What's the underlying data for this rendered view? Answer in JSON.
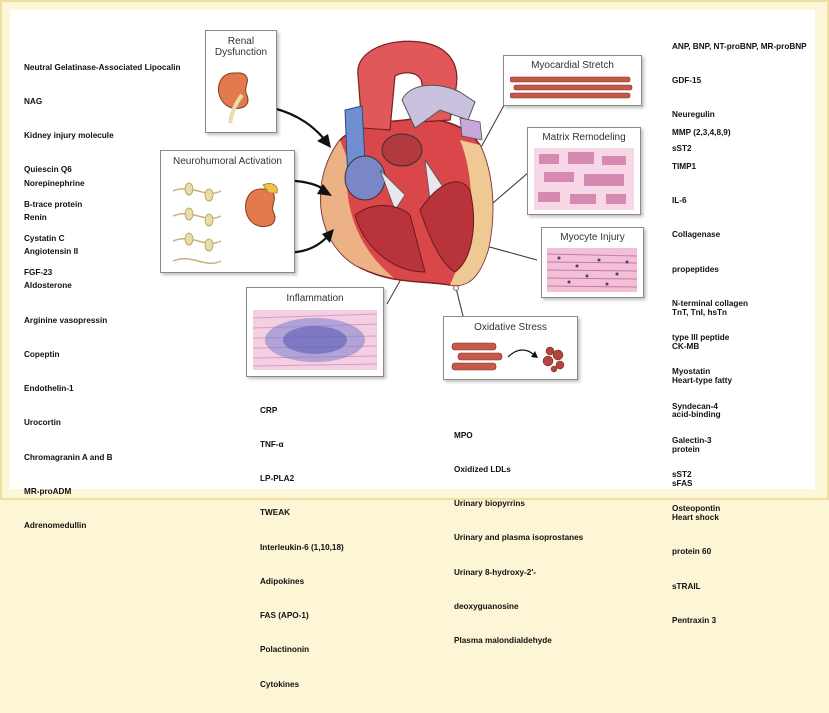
{
  "boxes": {
    "renal": "Renal\nDysfunction",
    "neurohumoral": "Neurohumoral Activation",
    "inflammation": "Inflammation",
    "myocardial_stretch": "Myocardial Stretch",
    "matrix": "Matrix Remodeling",
    "myocyte": "Myocyte Injury",
    "oxidative": "Oxidative Stress"
  },
  "lists": {
    "renal": [
      "Neutral Gelatinase-Associated Lipocalin",
      "NAG",
      "Kidney injury molecule",
      "Quiescin Q6",
      "B-trace protein",
      "Cystatin C",
      "FGF-23"
    ],
    "neurohumoral": [
      "Norepinephrine",
      "Renin",
      "Angiotensin II",
      "Aldosterone",
      "Arginine vasopressin",
      "Copeptin",
      "Endothelin-1",
      "Urocortin",
      "Chromagranin A and B",
      "MR-proADM",
      "Adrenomedullin"
    ],
    "inflammation": [
      "CRP",
      "TNF-α",
      "LP-PLA2",
      "TWEAK",
      "Interleukin-6 (1,10,18)",
      "Adipokines",
      "FAS (APO-1)",
      "Polactinonin",
      "Cytokines"
    ],
    "oxidative": [
      "MPO",
      "Oxidized LDLs",
      "Urinary biopyrrins",
      "Urinary and plasma isoprostanes",
      "Urinary 8-hydroxy-2'-",
      "deoxyguanosine",
      "Plasma malondialdehyde"
    ],
    "stretch": [
      "ANP, BNP, NT-proBNP, MR-proBNP",
      "GDF-15",
      "Neuregulin",
      "sST2"
    ],
    "matrix": [
      "MMP (2,3,4,8,9)",
      "TIMP1",
      "IL-6",
      "Collagenase",
      "propeptides",
      "N-terminal collagen",
      "type III peptide",
      "Myostatin",
      "Syndecan-4",
      "Galectin-3",
      "sST2",
      "Osteopontin"
    ],
    "myocyte": [
      "TnT, TnI, hsTn",
      "CK-MB",
      "Heart-type fatty",
      "acid-binding",
      "protein",
      "sFAS",
      "Heart shock",
      "protein 60",
      "sTRAIL",
      "Pentraxin 3"
    ]
  }
}
